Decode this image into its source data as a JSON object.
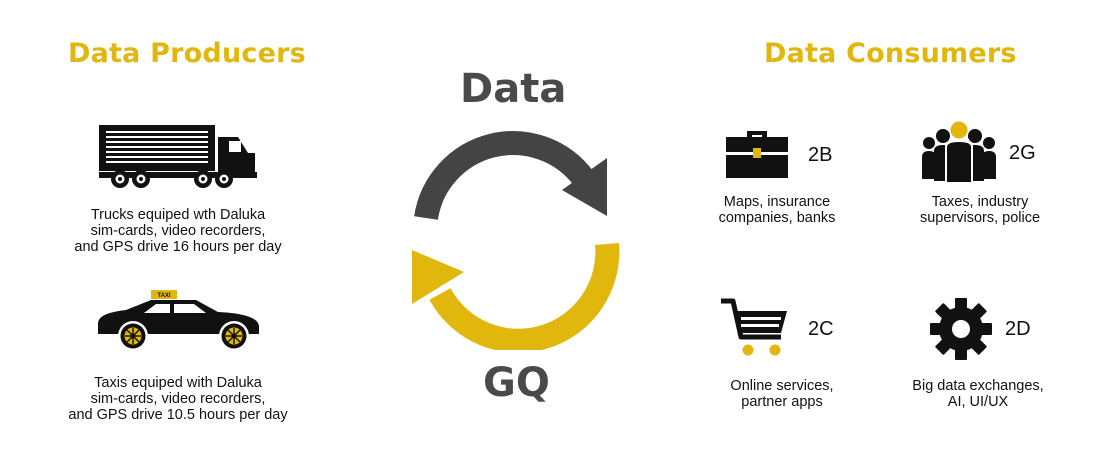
{
  "producers": {
    "title": "Data Producers",
    "trucks": {
      "icon": "truck-icon",
      "lines": [
        "Trucks equiped wth Daluka",
        "sim-cards, video recorders,",
        "and GPS drive 16 hours per day"
      ]
    },
    "taxis": {
      "icon": "taxi-icon",
      "sign": "TAXI",
      "lines": [
        "Taxis equiped with Daluka",
        "sim-cards, video recorders,",
        "and GPS drive 10.5 hours per day"
      ]
    }
  },
  "cycle": {
    "top_label": "Data",
    "bottom_label": "GQ",
    "colors": {
      "top_arrow": "#444444",
      "bottom_arrow": "#e2b70d"
    }
  },
  "consumers": {
    "title": "Data Consumers",
    "items": [
      {
        "code": "2B",
        "icon": "briefcase-icon",
        "lines": [
          "Maps, insurance",
          "companies, banks"
        ]
      },
      {
        "code": "2G",
        "icon": "people-group-icon",
        "lines": [
          "Taxes, industry",
          "supervisors, police"
        ]
      },
      {
        "code": "2C",
        "icon": "shopping-cart-icon",
        "lines": [
          "Online services,",
          "partner apps"
        ]
      },
      {
        "code": "2D",
        "icon": "gear-icon",
        "lines": [
          "Big data exchanges,",
          "AI, UI/UX"
        ]
      }
    ]
  },
  "colors": {
    "accent": "#e2b70d",
    "dark": "#111111",
    "gray": "#444444"
  }
}
